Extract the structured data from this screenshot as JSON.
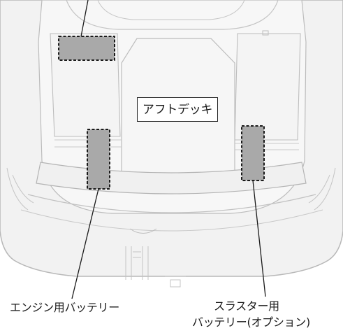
{
  "labels": {
    "deck": "アフトデッキ",
    "engine_battery": "エンジン用バッテリー",
    "thruster_battery_line1": "スラスター用",
    "thruster_battery_line2": "バッテリー(オプション)"
  },
  "colors": {
    "hull_fill": "#f2f2f2",
    "hull_stroke": "#b8b8b8",
    "battery_fill": "#a9a9a9",
    "battery_border": "#1a1a1a",
    "leader_line": "#1a1a1a"
  }
}
